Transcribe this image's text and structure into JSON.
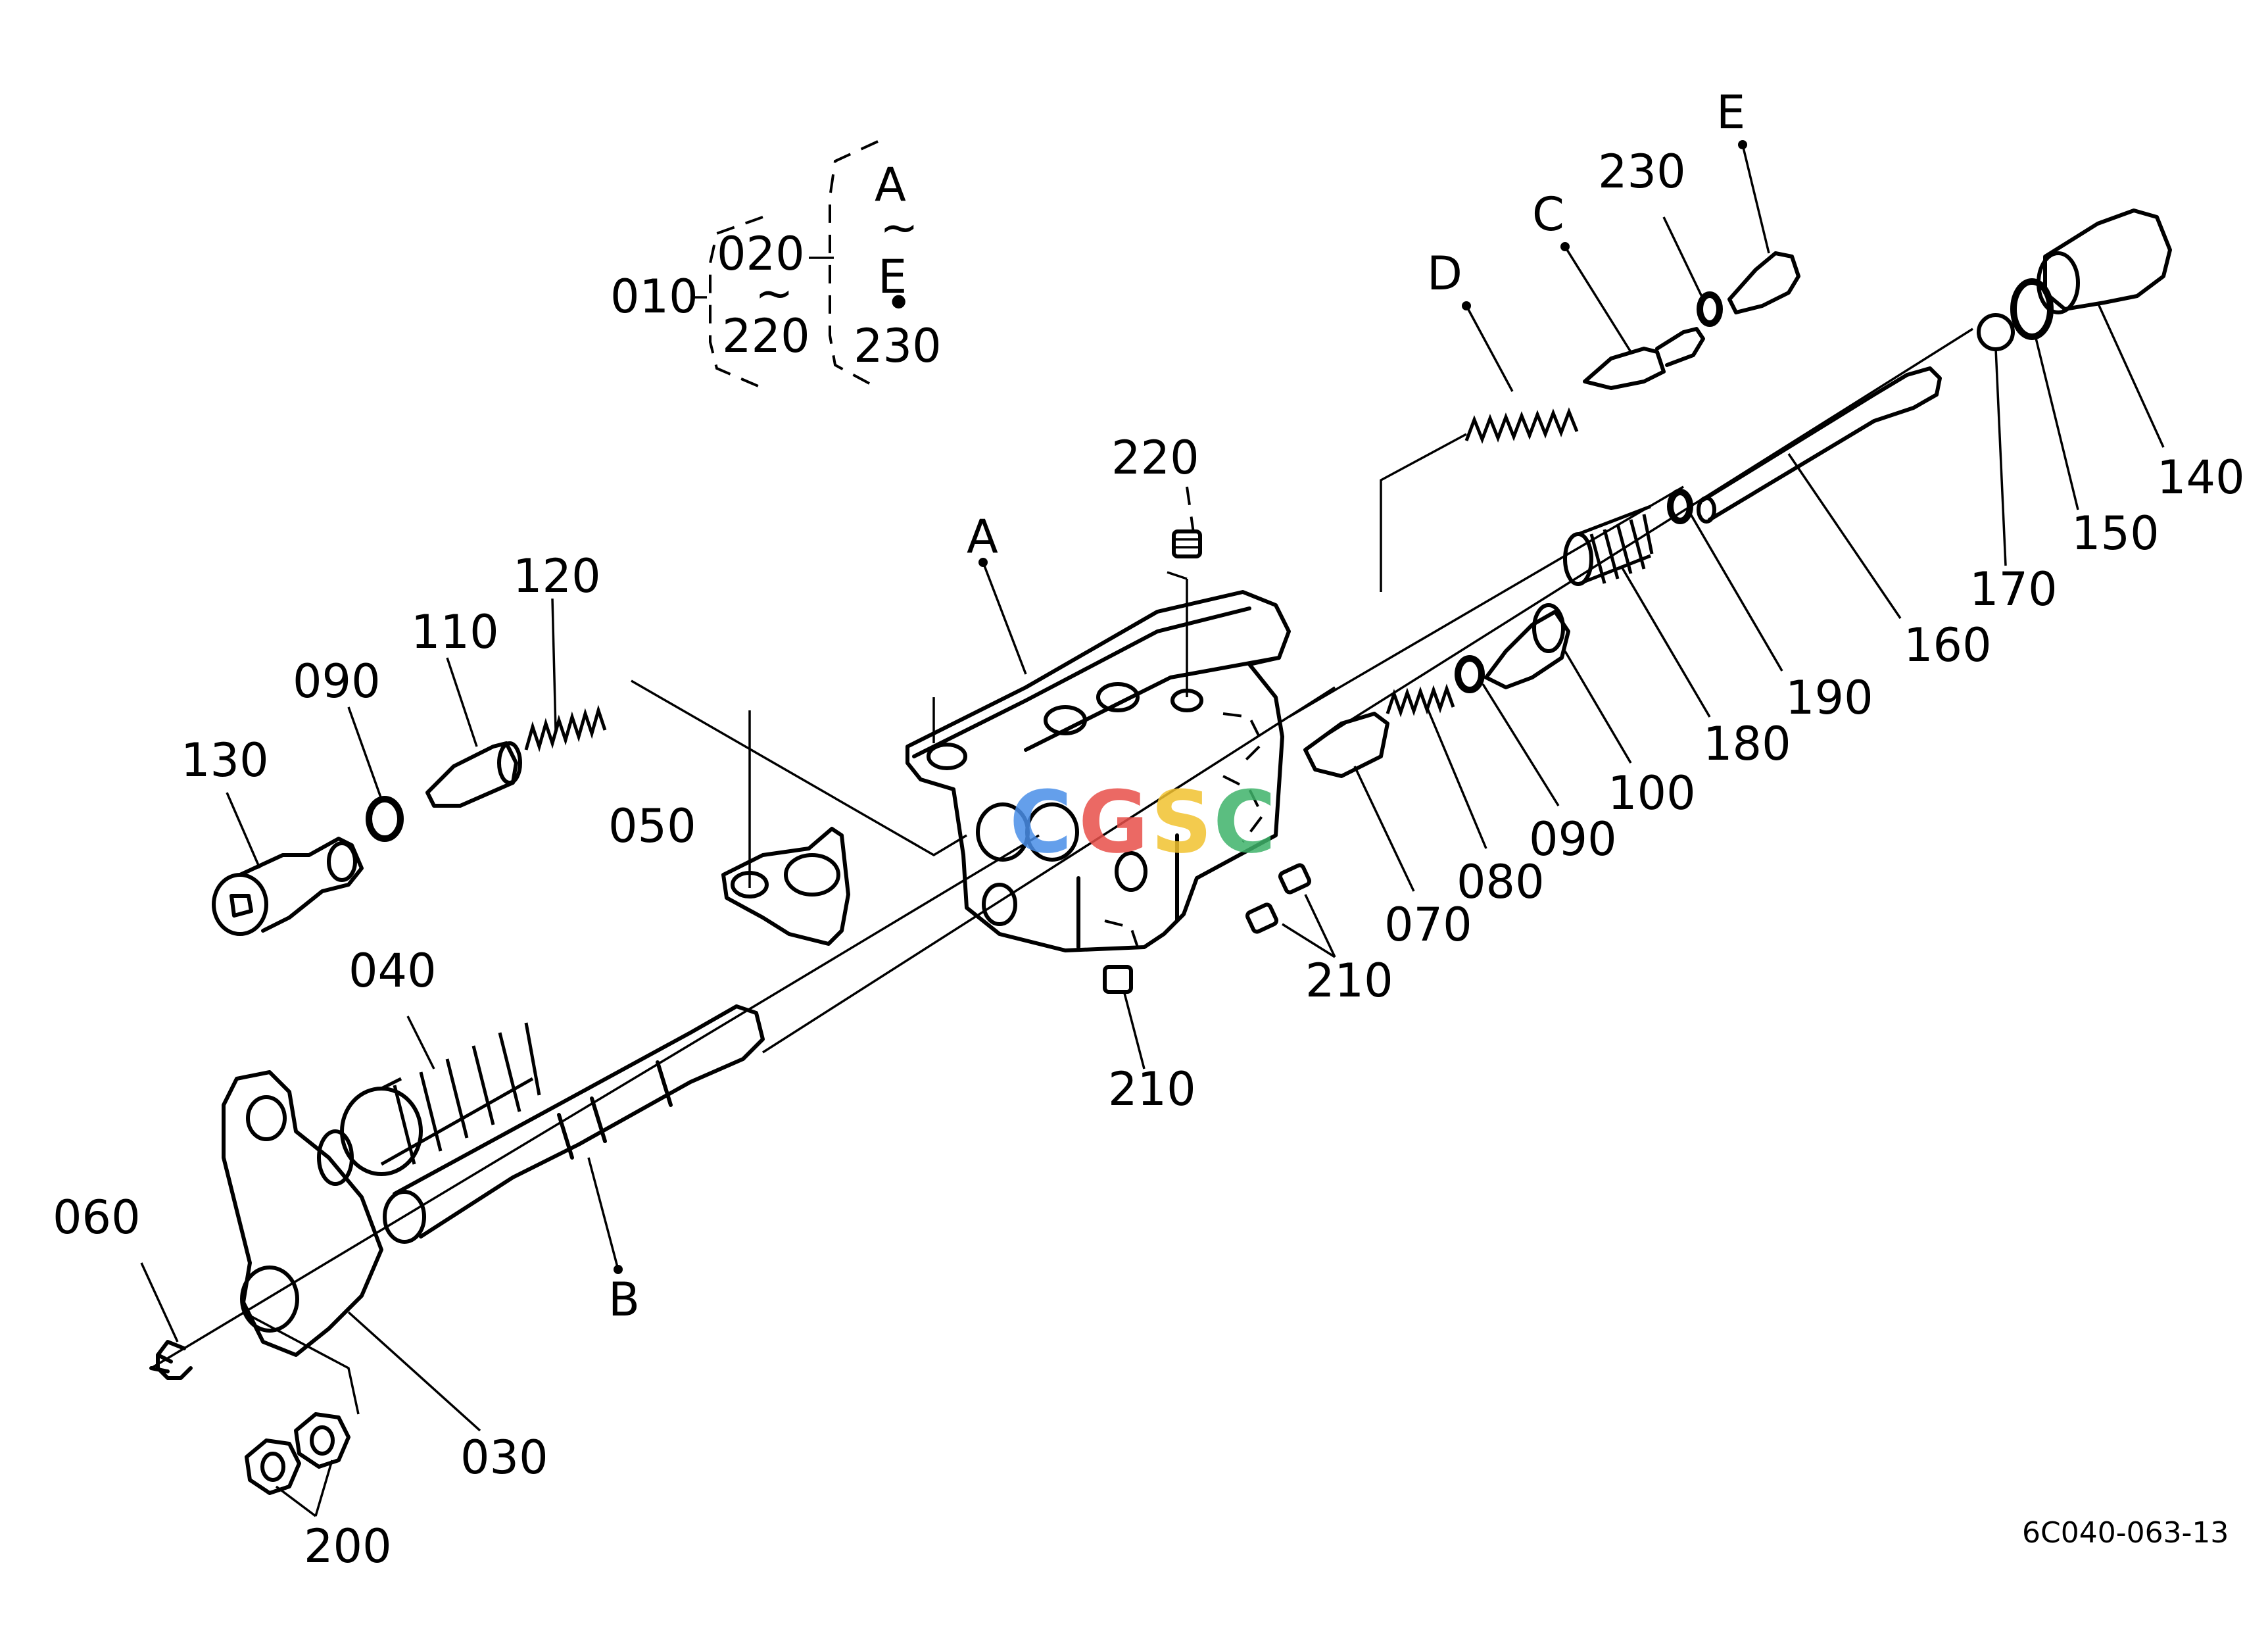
{
  "diagram": {
    "drawing_number": "6C040-063-13",
    "watermark": "CGSC",
    "colors": {
      "ink": "#000000",
      "wm_blue": "#4a8fe8",
      "wm_red": "#e8504a",
      "wm_yellow": "#f2c230",
      "wm_green": "#3fb36a"
    },
    "assembly_bracket": {
      "parent": "010",
      "range_from": "020",
      "range_sym": "~",
      "range_to": "220",
      "sub_from": "A",
      "sub_sym": "~",
      "sub_to": "E",
      "sub_dot": "•",
      "sub_extra": "230"
    },
    "letters": {
      "A": "A",
      "B": "B",
      "C": "C",
      "D": "D",
      "E": "E"
    },
    "parts": {
      "p030": "030",
      "p040": "040",
      "p050": "050",
      "p060": "060",
      "p070": "070",
      "p080": "080",
      "p090a": "090",
      "p090b": "090",
      "p100": "100",
      "p110": "110",
      "p120": "120",
      "p130": "130",
      "p140": "140",
      "p150": "150",
      "p160": "160",
      "p170": "170",
      "p180": "180",
      "p190": "190",
      "p200": "200",
      "p210a": "210",
      "p210b": "210",
      "p220": "220",
      "p230": "230"
    }
  }
}
